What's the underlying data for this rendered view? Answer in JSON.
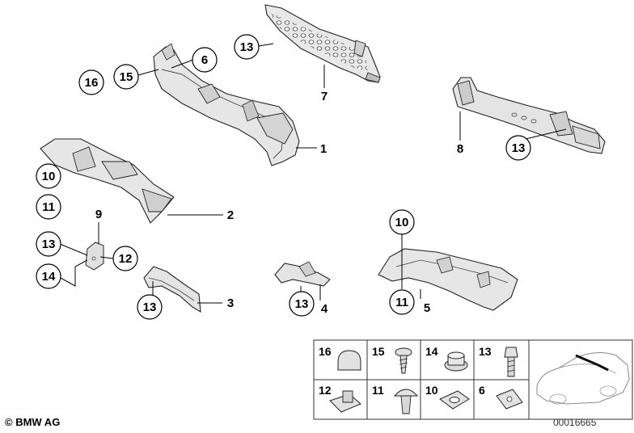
{
  "diagram": {
    "callouts": [
      {
        "id": "c13a",
        "label": "13"
      },
      {
        "id": "c7",
        "label": "7"
      },
      {
        "id": "c6",
        "label": "6"
      },
      {
        "id": "c15",
        "label": "15"
      },
      {
        "id": "c16",
        "label": "16"
      },
      {
        "id": "c1",
        "label": "1"
      },
      {
        "id": "c8",
        "label": "8"
      },
      {
        "id": "c13b",
        "label": "13"
      },
      {
        "id": "c10a",
        "label": "10"
      },
      {
        "id": "c11a",
        "label": "11"
      },
      {
        "id": "c2",
        "label": "2"
      },
      {
        "id": "c9",
        "label": "9"
      },
      {
        "id": "c13c",
        "label": "13"
      },
      {
        "id": "c12",
        "label": "12"
      },
      {
        "id": "c14",
        "label": "14"
      },
      {
        "id": "c13d",
        "label": "13"
      },
      {
        "id": "c3",
        "label": "3"
      },
      {
        "id": "c13e",
        "label": "13"
      },
      {
        "id": "c4",
        "label": "4"
      },
      {
        "id": "c10b",
        "label": "10"
      },
      {
        "id": "c11b",
        "label": "11"
      },
      {
        "id": "c5",
        "label": "5"
      }
    ],
    "legend": [
      {
        "label": "16"
      },
      {
        "label": "15"
      },
      {
        "label": "14"
      },
      {
        "label": "13"
      },
      {
        "label": "12"
      },
      {
        "label": "11"
      },
      {
        "label": "10"
      },
      {
        "label": "6"
      }
    ]
  },
  "footer": {
    "copyright": "© BMW AG",
    "doc_number": "00016665"
  }
}
